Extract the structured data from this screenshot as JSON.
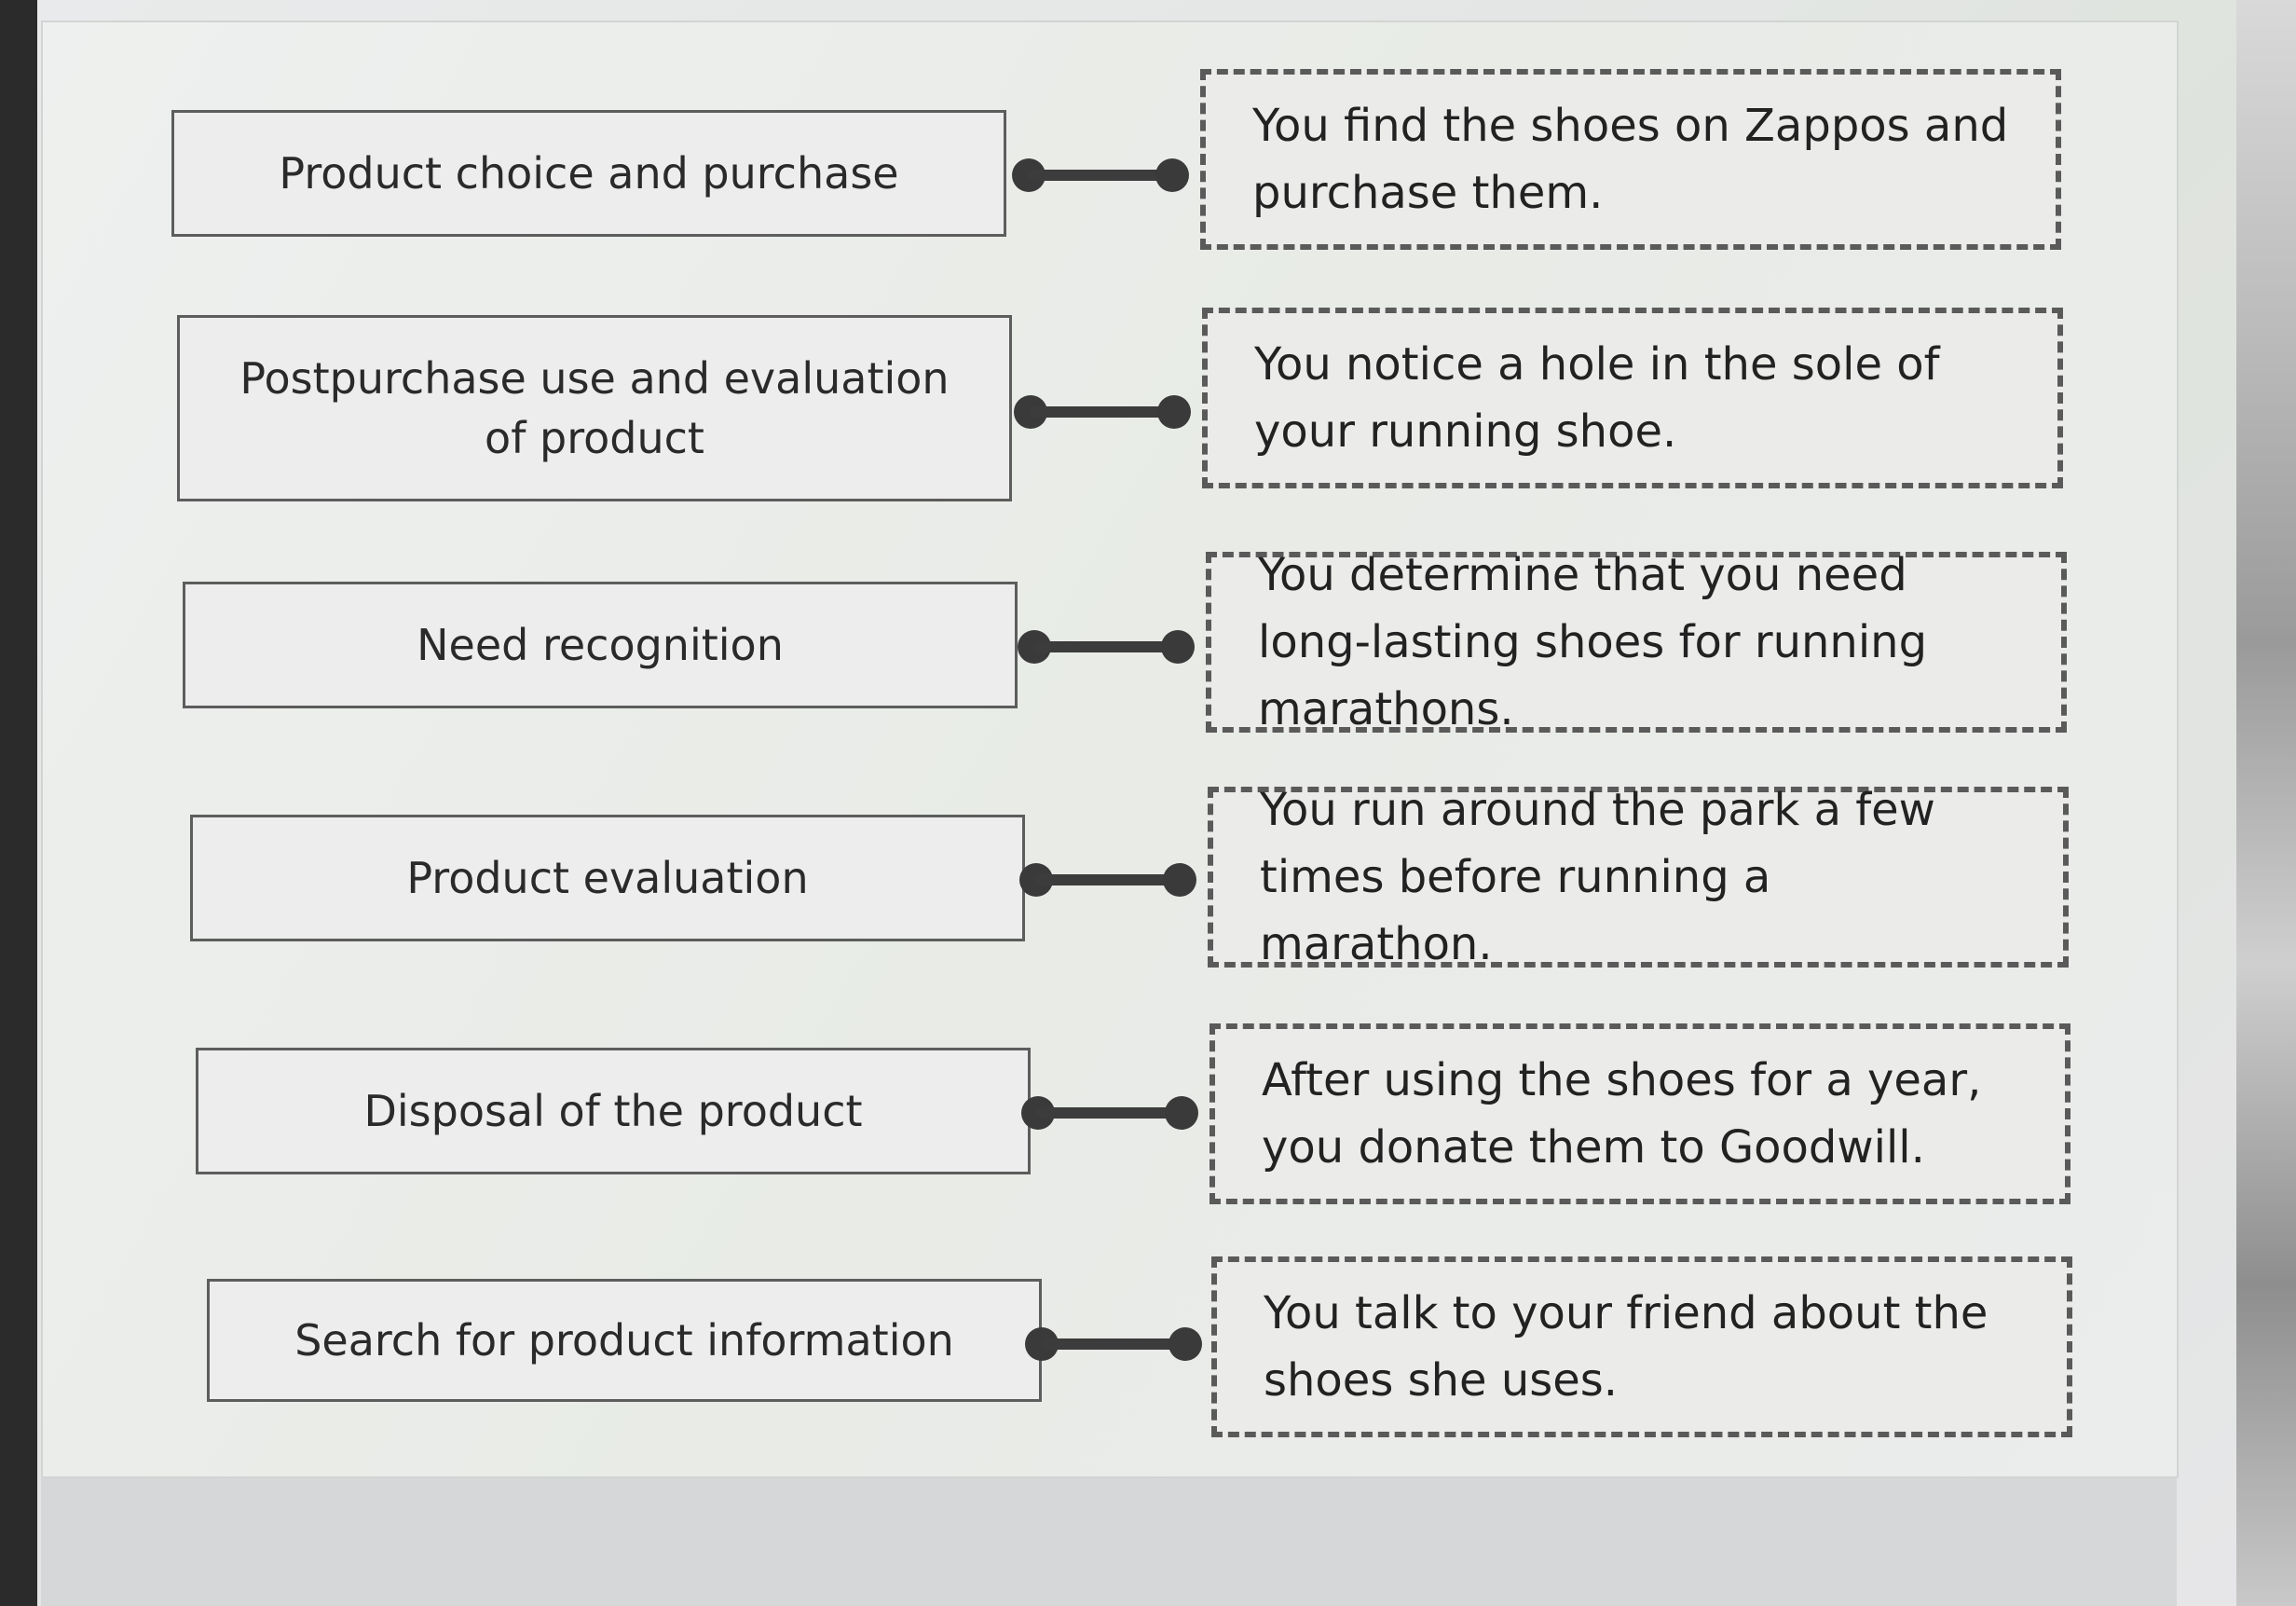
{
  "matching": {
    "rows": [
      {
        "term": "Product choice and purchase",
        "answer": "You find the shoes on Zappos and purchase them."
      },
      {
        "term": "Postpurchase use and evaluation of product",
        "answer": "You notice a hole in the sole of your running shoe."
      },
      {
        "term": "Need recognition",
        "answer": "You determine that you need long-lasting shoes for running marathons."
      },
      {
        "term": "Product evaluation",
        "answer": "You run around the park a few times before running a marathon."
      },
      {
        "term": "Disposal of the product",
        "answer": "After using the shoes for a year, you donate them to Goodwill."
      },
      {
        "term": "Search for product information",
        "answer": "You talk to your friend about the shoes she uses."
      }
    ]
  },
  "colors": {
    "border": "#5d5d5d",
    "connector": "#3c3c3c",
    "panel": "#eef0ef"
  }
}
